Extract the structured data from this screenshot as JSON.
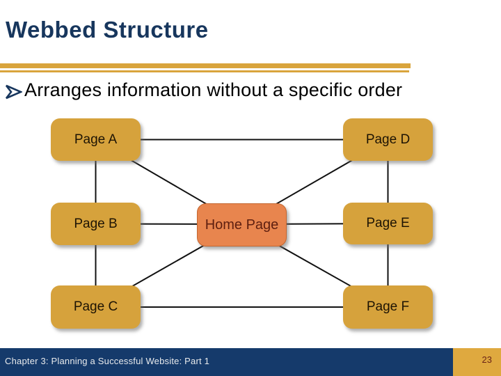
{
  "slide": {
    "title": "Webbed Structure",
    "bullet": {
      "marker_icon": "arrow-right-bullet",
      "text": "Arranges information without a specific order"
    }
  },
  "diagram": {
    "description": "webbed site structure diagram",
    "nodes": [
      {
        "id": "page-a",
        "label": "Page A",
        "type": "page"
      },
      {
        "id": "page-b",
        "label": "Page B",
        "type": "page"
      },
      {
        "id": "page-c",
        "label": "Page C",
        "type": "page"
      },
      {
        "id": "home",
        "label": "Home Page",
        "type": "home"
      },
      {
        "id": "page-d",
        "label": "Page D",
        "type": "page"
      },
      {
        "id": "page-e",
        "label": "Page E",
        "type": "page"
      },
      {
        "id": "page-f",
        "label": "Page F",
        "type": "page"
      }
    ],
    "edges": [
      [
        "page-a",
        "page-d"
      ],
      [
        "page-a",
        "page-b"
      ],
      [
        "page-b",
        "page-c"
      ],
      [
        "page-d",
        "page-e"
      ],
      [
        "page-e",
        "page-f"
      ],
      [
        "page-c",
        "page-f"
      ],
      [
        "page-b",
        "home"
      ],
      [
        "home",
        "page-e"
      ],
      [
        "page-a",
        "home"
      ],
      [
        "page-d",
        "home"
      ],
      [
        "page-c",
        "home"
      ],
      [
        "page-f",
        "home"
      ]
    ]
  },
  "footer": {
    "text": "Chapter 3: Planning a Successful Website: Part 1",
    "page_number": "23"
  },
  "colors": {
    "title_navy": "#17365D",
    "divider_gold": "#D9A43C",
    "node_gold": "#D6A23C",
    "node_text": "#1E1404",
    "home_orange": "#E8854E",
    "home_text": "#5E1F10",
    "edge_black": "#111111",
    "footer_navy": "#153A6B",
    "footer_text": "#E8EAEC",
    "page_number_gold": "#DFA93F",
    "page_number_text": "#6B2417"
  }
}
